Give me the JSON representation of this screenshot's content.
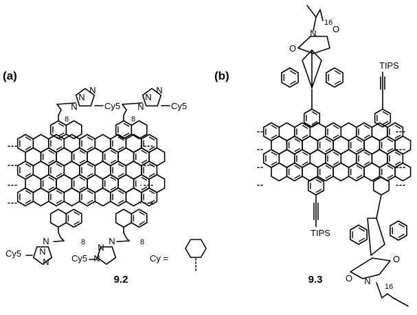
{
  "figure": {
    "panel_a": {
      "label": "(a)",
      "compound": "9.2",
      "substituent": "Cy5",
      "chain_repeat": "8",
      "cy_legend": "Cy ="
    },
    "panel_b": {
      "label": "(b)",
      "compound": "9.3",
      "silyl_group": "TIPS",
      "chain_repeat": "16",
      "imide_n": "N",
      "carbonyl_o": "O"
    }
  }
}
